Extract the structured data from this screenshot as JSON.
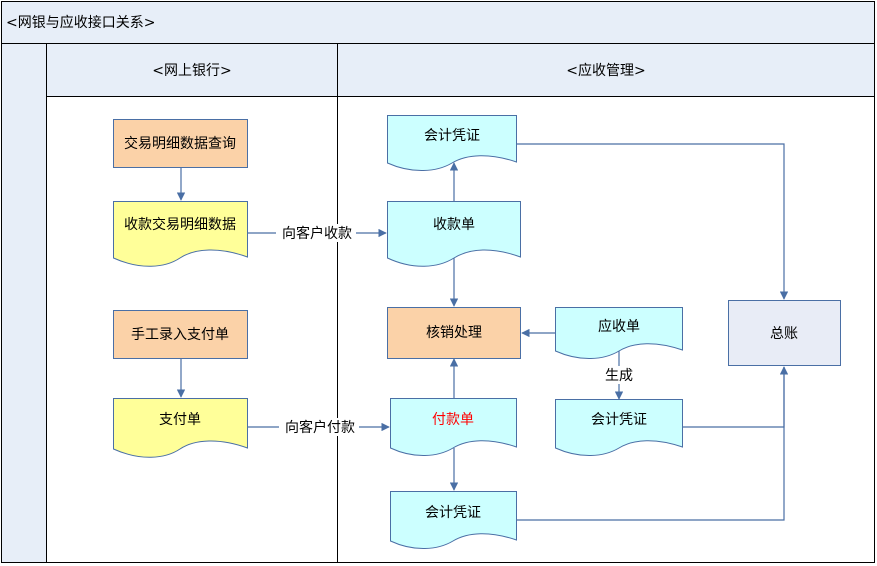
{
  "title": "<网银与应收接口关系>",
  "lanes": {
    "left": "<网上银行>",
    "right": "<应收管理>"
  },
  "nodes": {
    "query": "交易明细数据查询",
    "txn_data": "收款交易明细数据",
    "manual_entry": "手工录入支付单",
    "pay_doc": "支付单",
    "voucher_top": "会计凭证",
    "receipt": "收款单",
    "writeoff": "核销处理",
    "receivable": "应收单",
    "ledger": "总账",
    "payment": "付款单",
    "voucher_mid": "会计凭证",
    "voucher_bottom": "会计凭证"
  },
  "edges": {
    "collect": "向客户收款",
    "pay": "向客户付款",
    "generate": "生成"
  },
  "colors": {
    "orange": "#fbd2a8",
    "yellow": "#ffff99",
    "cyan": "#ccffff",
    "ledger": "#e8ecf6",
    "line": "#4a6fa5",
    "header": "#e7eef8",
    "red_text": "#ff0000"
  }
}
